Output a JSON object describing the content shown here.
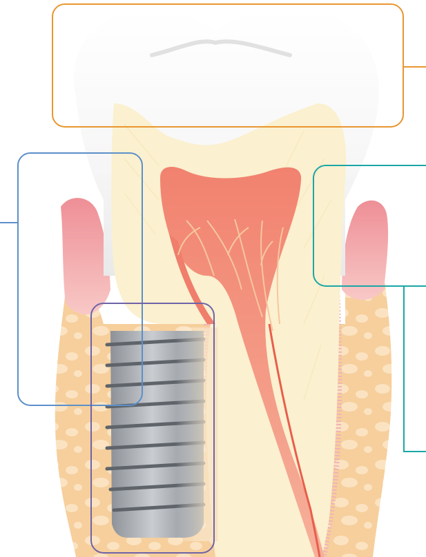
{
  "diagram": {
    "subject": "tooth-cross-section-with-implant",
    "callouts": [
      {
        "id": "enamel",
        "color": "#e8962f"
      },
      {
        "id": "gum-bone-left",
        "color": "#5b8fc9"
      },
      {
        "id": "gum-right",
        "color": "#1aa6a6"
      },
      {
        "id": "implant",
        "color": "#6e63a8"
      }
    ],
    "colors": {
      "enamel": "#ffffff",
      "dentin": "#fbf0cf",
      "pulp": "#f08a76",
      "nerve": "#e85e4c",
      "gum": "#f3a7ab",
      "bone": "#f7d2a0",
      "implant": "#a9adb3"
    }
  }
}
